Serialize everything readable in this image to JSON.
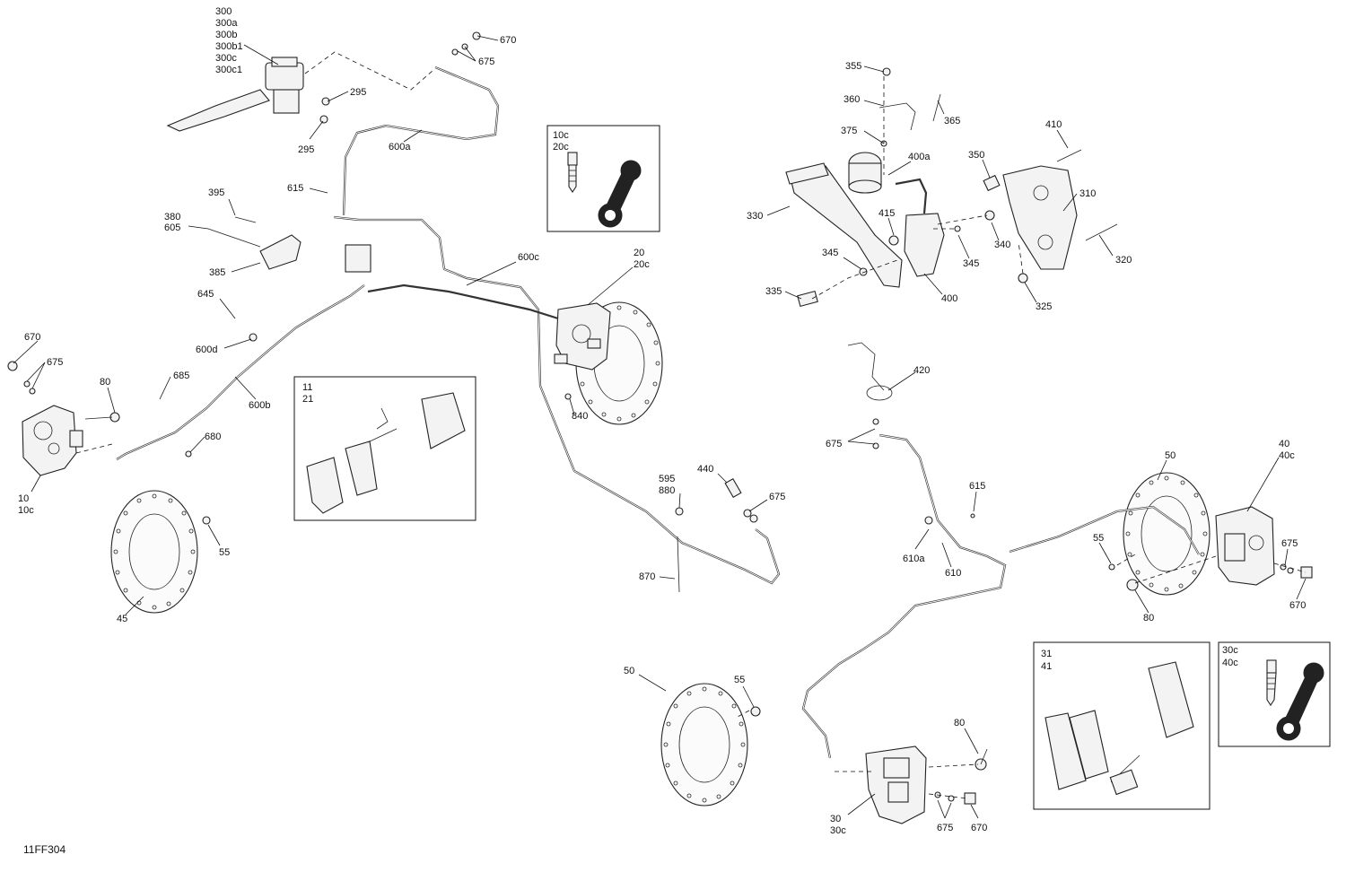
{
  "diagram_code": "11FF304",
  "callouts": {
    "c300": "300",
    "c300a": "300a",
    "c300b": "300b",
    "c300b1": "300b1",
    "c300c": "300c",
    "c300c1": "300c1",
    "c670_a": "670",
    "c675_a": "675",
    "c295_a": "295",
    "c295_b": "295",
    "c600a": "600a",
    "c615_a": "615",
    "c395": "395",
    "c380": "380",
    "c605": "605",
    "c385": "385",
    "c645": "645",
    "c600d": "600d",
    "c600c": "600c",
    "c20": "20",
    "c20c": "20c",
    "c670_b": "670",
    "c675_b": "675",
    "c80_a": "80",
    "c685": "685",
    "c600b": "600b",
    "c680": "680",
    "c10": "10",
    "c10c": "10c",
    "c55_a": "55",
    "c45": "45",
    "c840": "840",
    "c595": "595",
    "c880": "880",
    "c440": "440",
    "c675_c": "675",
    "c870": "870",
    "c50_a": "50",
    "c55_b": "55",
    "c355": "355",
    "c360": "360",
    "c365": "365",
    "c375": "375",
    "c400a": "400a",
    "c350": "350",
    "c410": "410",
    "c310": "310",
    "c330": "330",
    "c415": "415",
    "c340": "340",
    "c345_a": "345",
    "c345_b": "345",
    "c320": "320",
    "c335": "335",
    "c400": "400",
    "c325": "325",
    "c420": "420",
    "c675_d": "675",
    "c615_b": "615",
    "c610a": "610a",
    "c610": "610",
    "c50_b": "50",
    "c40": "40",
    "c40c": "40c",
    "c55_c": "55",
    "c675_e": "675",
    "c670_c": "670",
    "c80_b": "80",
    "c80_c": "80",
    "c30": "30",
    "c30c": "30c",
    "c675_f": "675",
    "c670_d": "670"
  },
  "inset_boxes": {
    "bleeder_front": {
      "line1": "10c",
      "line2": "20c"
    },
    "pads_front": {
      "line1": "11",
      "line2": "21"
    },
    "pads_rear": {
      "line1": "31",
      "line2": "41"
    },
    "bleeder_rear": {
      "line1": "30c",
      "line2": "40c"
    }
  }
}
